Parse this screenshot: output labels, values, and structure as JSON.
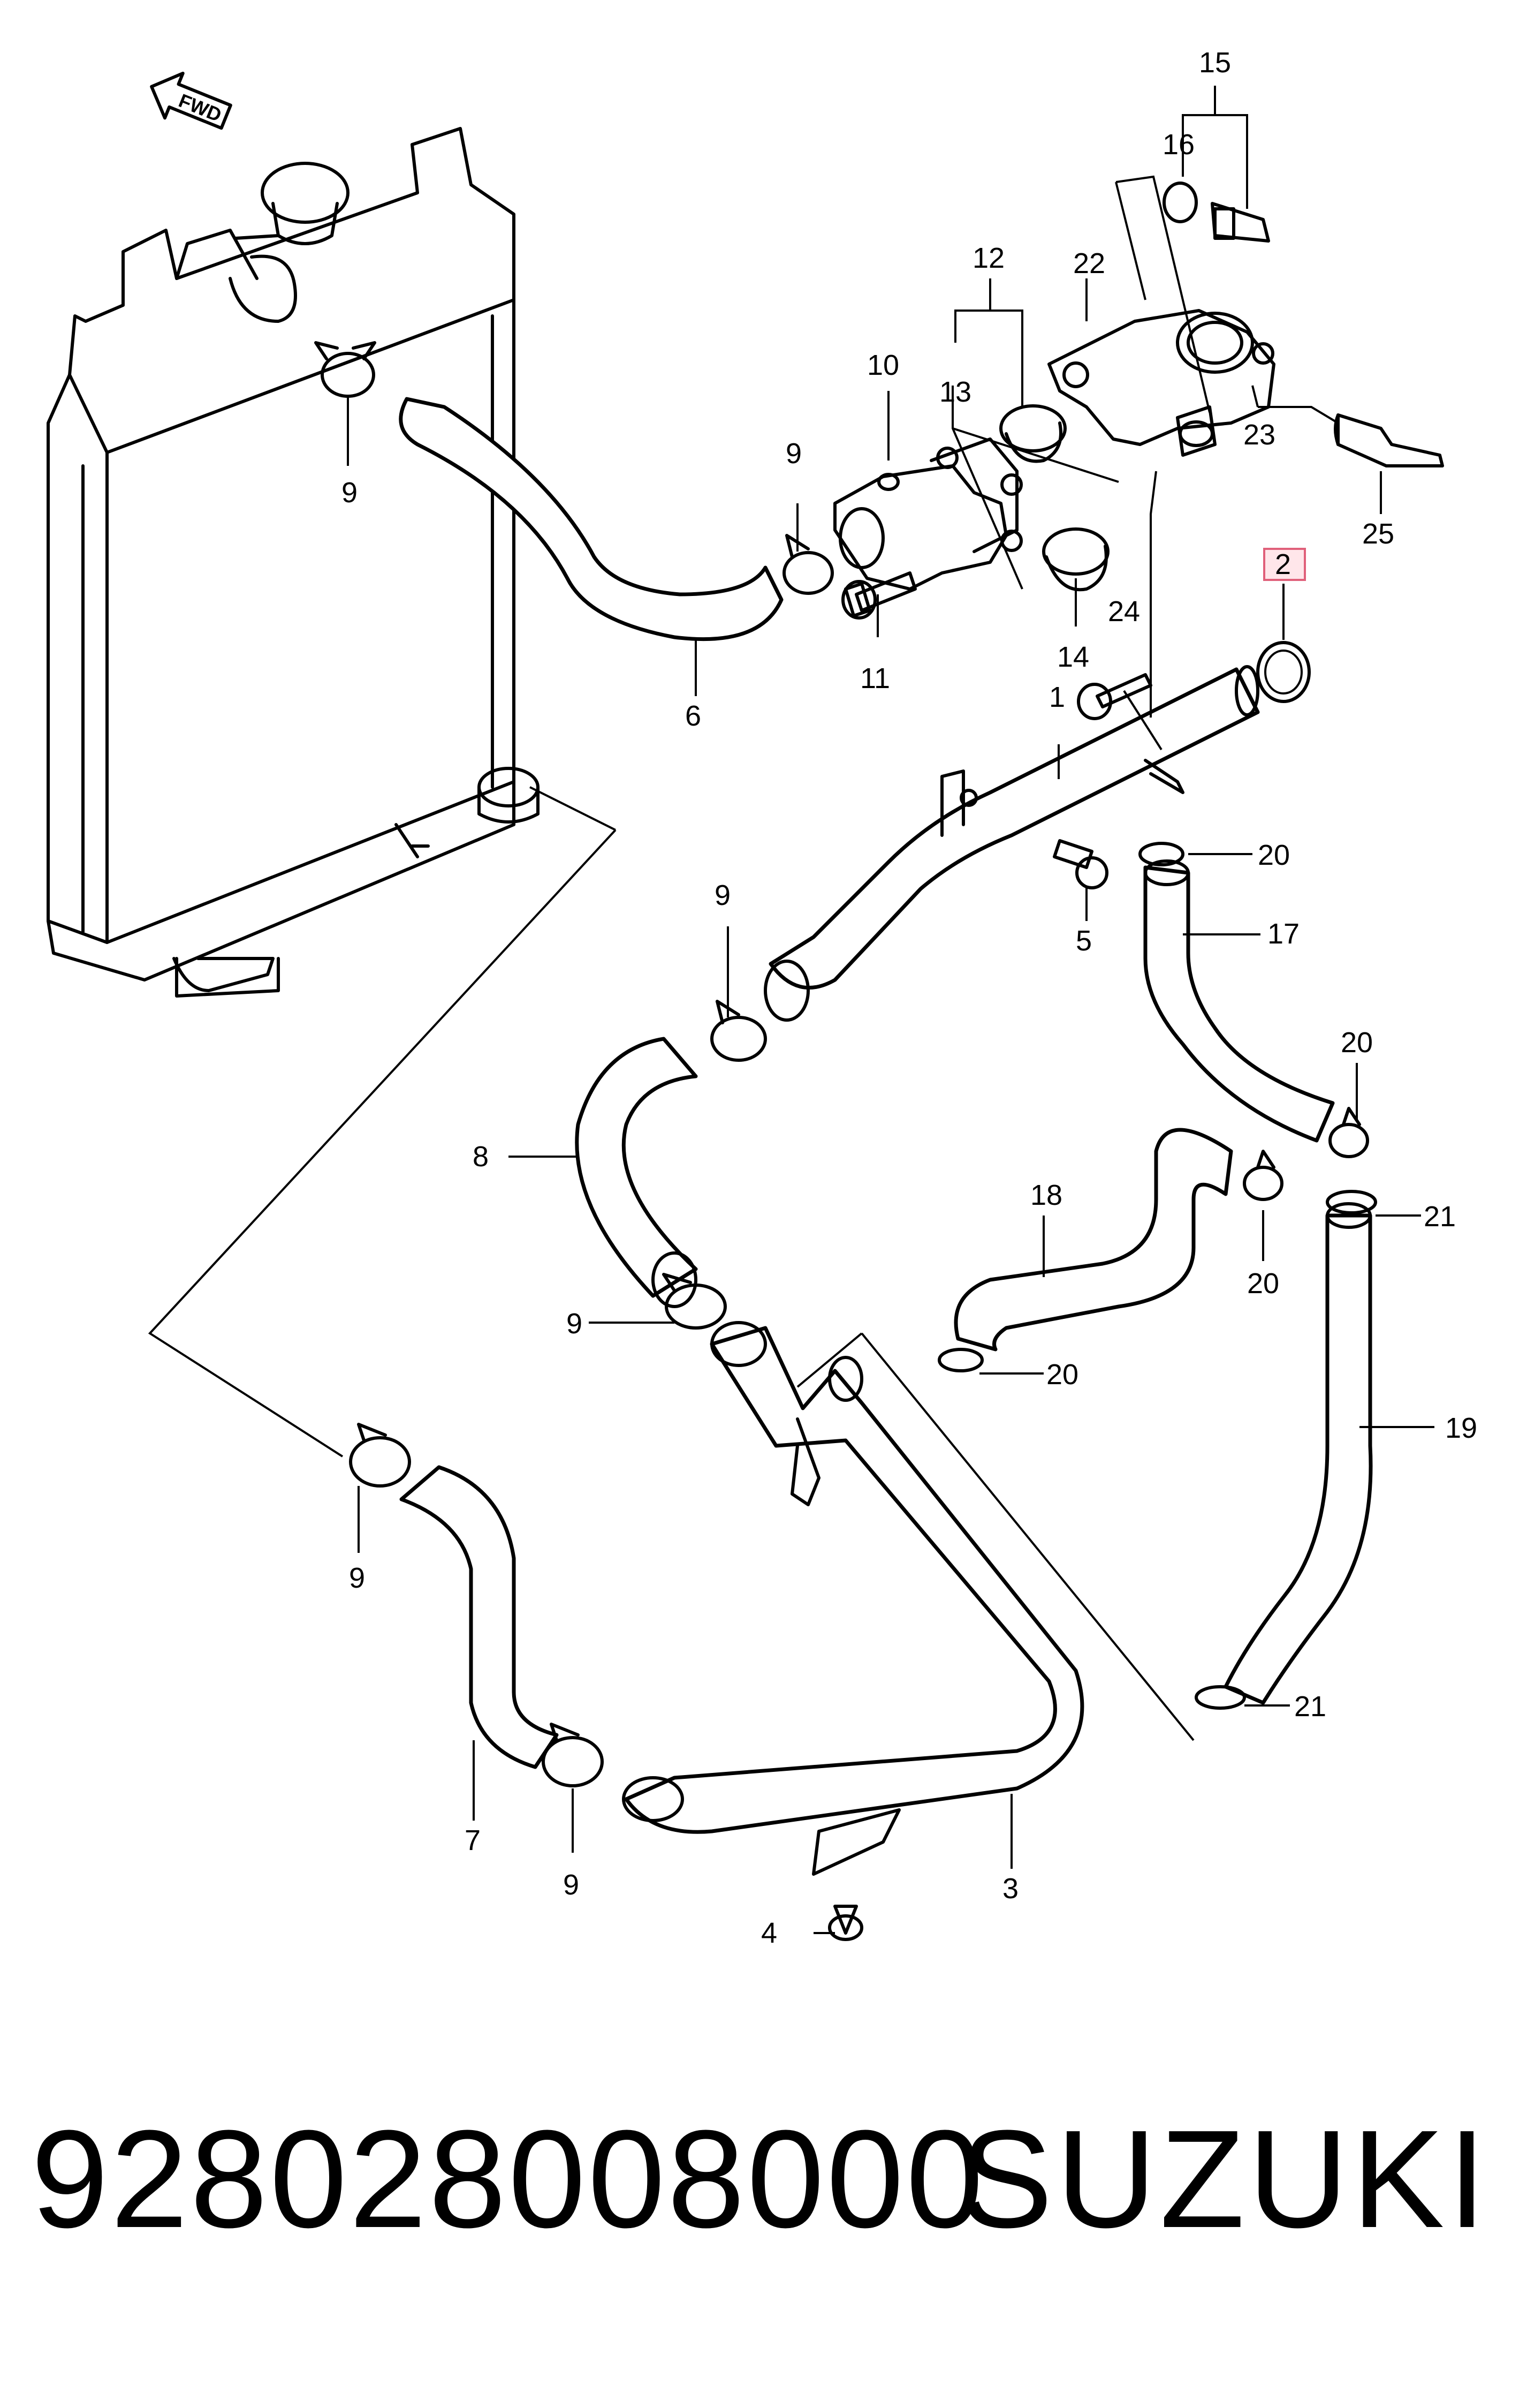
{
  "diagram": {
    "fwd_label": "FWD",
    "callouts": {
      "c1": "1",
      "c2": "2",
      "c3": "3",
      "c4": "4",
      "c5": "5",
      "c6": "6",
      "c7": "7",
      "c8": "8",
      "c9a": "9",
      "c9b": "9",
      "c9c": "9",
      "c9d": "9",
      "c9e": "9",
      "c9f": "9",
      "c10": "10",
      "c11": "11",
      "c12": "12",
      "c13": "13",
      "c14": "14",
      "c15": "15",
      "c16": "16",
      "c17": "17",
      "c18": "18",
      "c19": "19",
      "c20a": "20",
      "c20b": "20",
      "c20c": "20",
      "c20d": "20",
      "c21a": "21",
      "c21b": "21",
      "c22": "22",
      "c23": "23",
      "c24": "24",
      "c25": "25"
    },
    "highlighted_callout": "2",
    "highlight_color": "#e0607a"
  },
  "footer": {
    "part_number": "92802800800​0",
    "brand": "SUZUKI"
  }
}
